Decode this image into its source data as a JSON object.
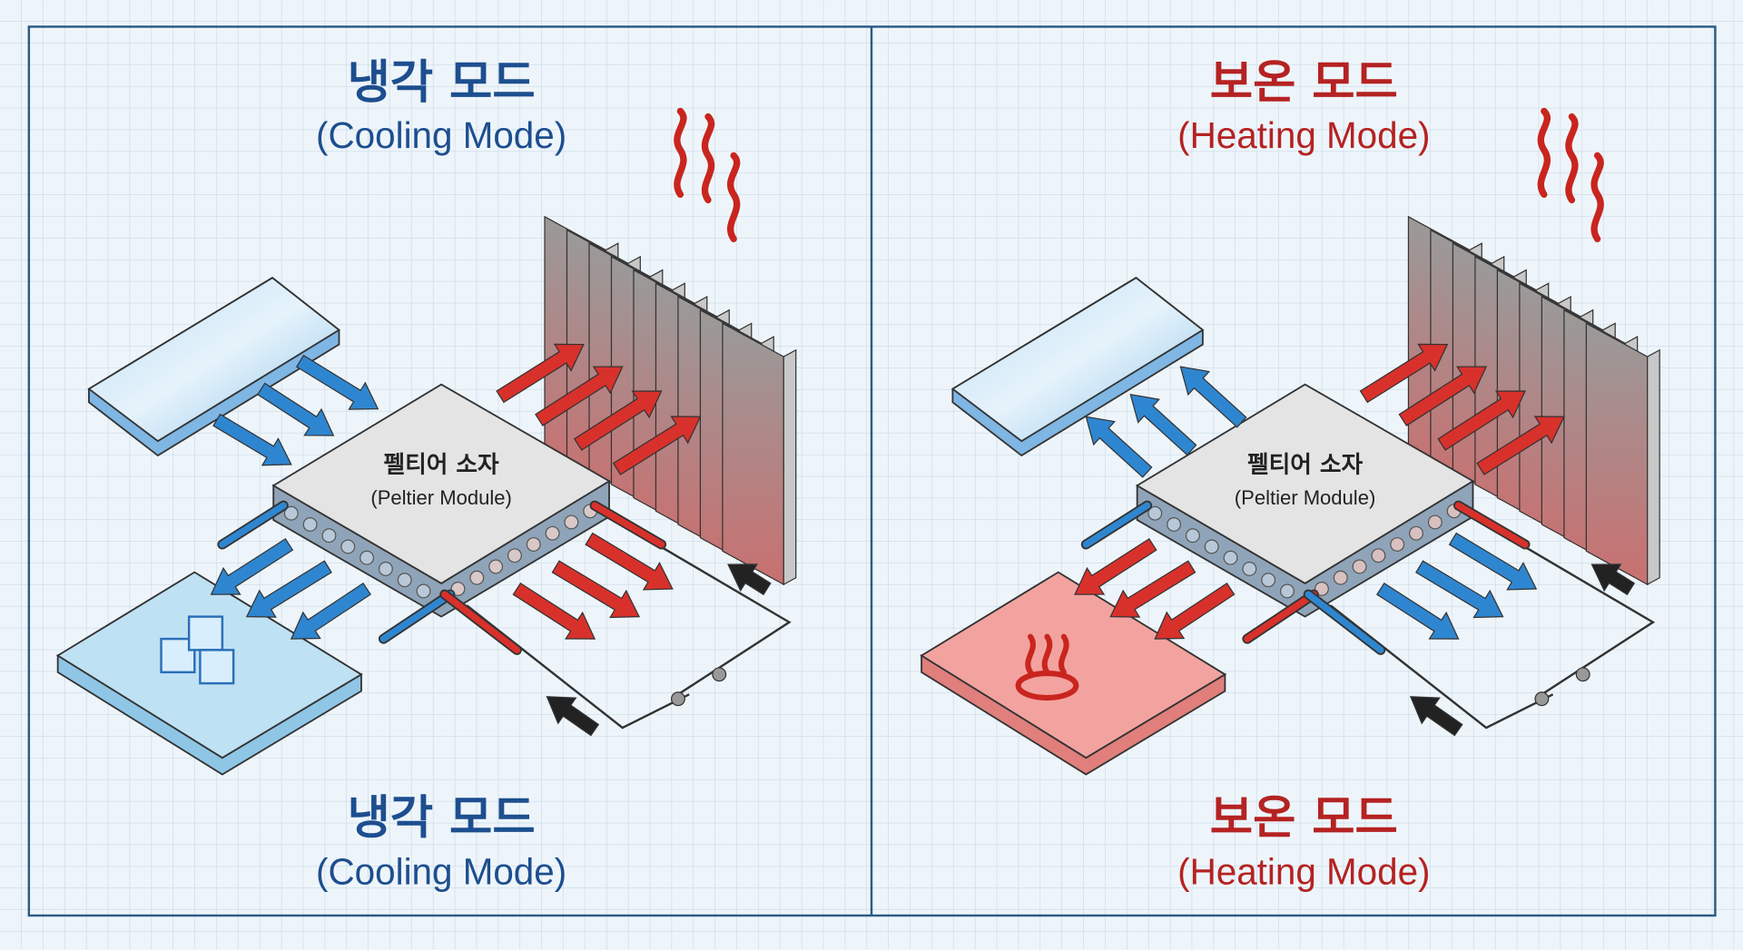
{
  "colors": {
    "cool": "#1d4e8f",
    "heat": "#b52222",
    "grid": "#c7d9e8",
    "frame": "#2b5a86"
  },
  "cooling": {
    "title_ko": "냉각 모드",
    "title_en": "(Cooling Mode)",
    "module_ko": "펠티어 소자",
    "module_en": "(Peltier Module)",
    "bottom_title_ko": "냉각 모드",
    "bottom_title_en": "(Cooling Mode)"
  },
  "heating": {
    "title_ko": "보온 모드",
    "title_en": "(Heating Mode)",
    "module_ko": "펠티어 소자",
    "module_en": "(Peltier Module)",
    "bottom_title_ko": "보온 모드",
    "bottom_title_en": "(Heating Mode)"
  }
}
